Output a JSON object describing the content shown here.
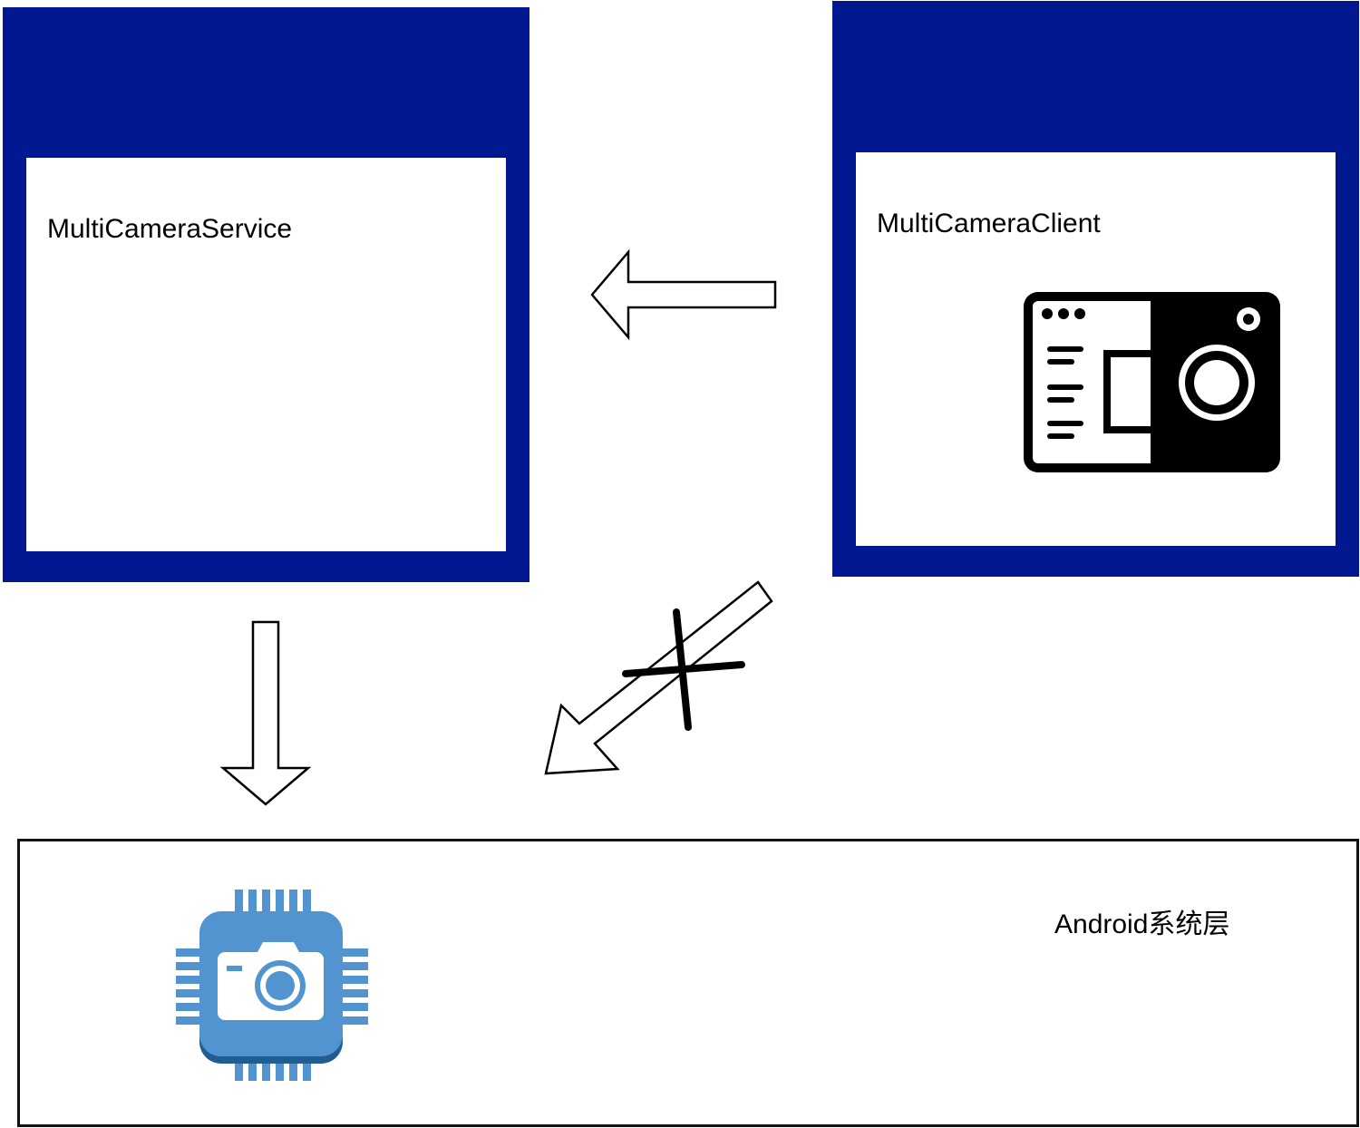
{
  "colors": {
    "panel_border": "#021890",
    "chip_blue": "#5294CF",
    "chip_shadow": "#215D92",
    "line": "#000000"
  },
  "service": {
    "label": "MultiCameraService"
  },
  "client": {
    "label": "MultiCameraClient",
    "icon": "camera-app-icon"
  },
  "system_layer": {
    "label": "Android系统层",
    "icon": "camera-chip-icon"
  },
  "connections": [
    {
      "from": "MultiCameraClient",
      "to": "MultiCameraService",
      "allowed": true
    },
    {
      "from": "MultiCameraService",
      "to": "Android系统层",
      "allowed": true
    },
    {
      "from": "MultiCameraClient",
      "to": "Android系统层",
      "allowed": false
    }
  ]
}
